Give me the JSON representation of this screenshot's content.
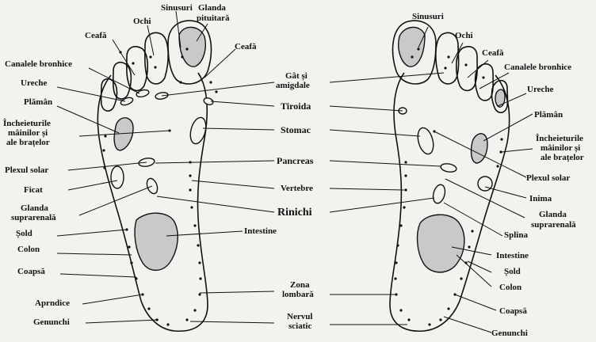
{
  "left_foot_labels": {
    "sinusuri": "Sinusuri",
    "glanda_pituitara_1": "Glanda",
    "glanda_pituitara_2": "pituitară",
    "ochi": "Ochi",
    "ceafa_a": "Ceafă",
    "ceafa_b": "Ceafă",
    "canalele_bronhice": "Canalele bronhice",
    "ureche": "Ureche",
    "plaman": "Plămân",
    "incheieturile_1": "Încheieturile",
    "incheieturile_2": "mâinilor și",
    "incheieturile_3": "ale brațelor",
    "plexul_solar": "Plexul solar",
    "ficat": "Ficat",
    "glanda_suprarenala_1": "Glanda",
    "glanda_suprarenala_2": "suprarenală",
    "sold": "Șold",
    "colon": "Colon",
    "coapsa": "Coapsă",
    "apendice": "Aprndice",
    "genunchi": "Genunchi"
  },
  "center_labels": {
    "gat_1": "Gât și",
    "gat_2": "amigdale",
    "tiroida": "Tiroida",
    "stomac": "Stomac",
    "pancreas": "Pancreas",
    "vertebre": "Vertebre",
    "rinichi": "Rinichi",
    "intestine": "Intestine",
    "zona_lombara_1": "Zona",
    "zona_lombara_2": "lombară",
    "nervul_sciatic_1": "Nervul",
    "nervul_sciatic_2": "sciatic"
  },
  "right_foot_labels": {
    "sinusuri": "Sinusuri",
    "ochi": "Ochi",
    "ceafa": "Ceafă",
    "canalele_bronhice": "Canalele bronhice",
    "ureche": "Ureche",
    "plaman": "Plămân",
    "incheieturile_1": "Încheieturile",
    "incheieturile_2": "mâinilor și",
    "incheieturile_3": "ale brațelor",
    "plexul_solar": "Plexul solar",
    "inima": "Inima",
    "glanda_suprarenala_1": "Glanda",
    "glanda_suprarenala_2": "suprarenală",
    "splina": "Splina",
    "intestine": "Intestine",
    "sold": "Șold",
    "colon": "Colon",
    "coapsa": "Coapsă",
    "genunchi": "Genunchi"
  }
}
